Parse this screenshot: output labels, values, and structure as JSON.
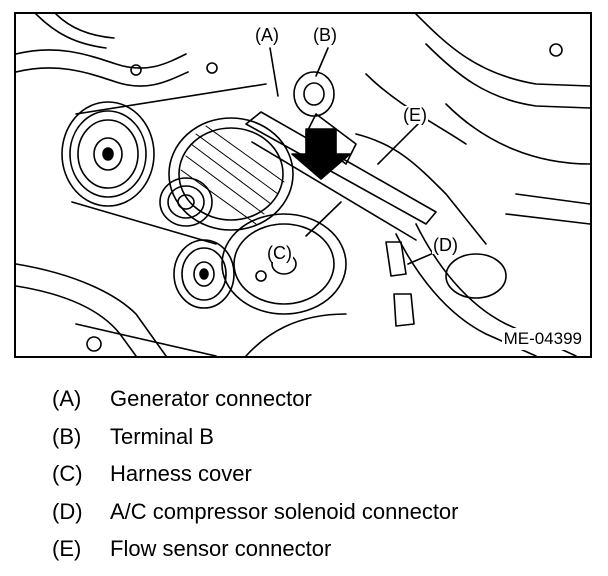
{
  "figure": {
    "id": "ME-04399",
    "callouts": {
      "a": "(A)",
      "b": "(B)",
      "c": "(C)",
      "d": "(D)",
      "e": "(E)"
    }
  },
  "legend": [
    {
      "key": "(A)",
      "text": "Generator connector"
    },
    {
      "key": "(B)",
      "text": "Terminal B"
    },
    {
      "key": "(C)",
      "text": "Harness cover"
    },
    {
      "key": "(D)",
      "text": "A/C compressor solenoid connector"
    },
    {
      "key": "(E)",
      "text": "Flow sensor connector"
    }
  ]
}
